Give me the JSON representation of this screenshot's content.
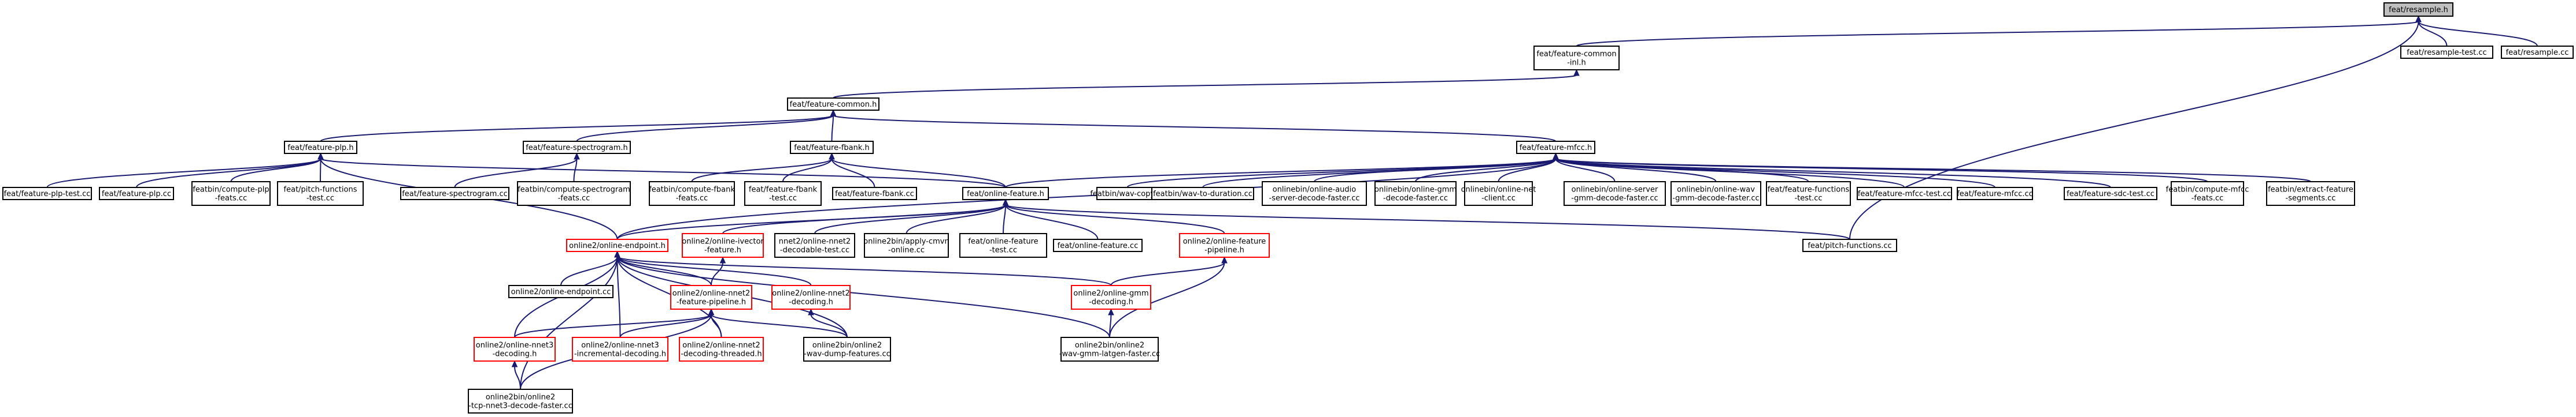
{
  "nodes": [
    {
      "id": "resample",
      "lines": [
        "feat/resample.h"
      ],
      "style": "root"
    },
    {
      "id": "featcommonin",
      "lines": [
        "feat/feature-common",
        "-inl.h"
      ],
      "style": "black"
    },
    {
      "id": "resampletest",
      "lines": [
        "feat/resample-test.cc"
      ],
      "style": "black"
    },
    {
      "id": "resamplecc",
      "lines": [
        "feat/resample.cc"
      ],
      "style": "black"
    },
    {
      "id": "featcommon",
      "lines": [
        "feat/feature-common.h"
      ],
      "style": "black"
    },
    {
      "id": "featplp",
      "lines": [
        "feat/feature-plp.h"
      ],
      "style": "black"
    },
    {
      "id": "featspec",
      "lines": [
        "feat/feature-spectrogram.h"
      ],
      "style": "black"
    },
    {
      "id": "featfbank",
      "lines": [
        "feat/feature-fbank.h"
      ],
      "style": "black"
    },
    {
      "id": "featmfcc",
      "lines": [
        "feat/feature-mfcc.h"
      ],
      "style": "black"
    },
    {
      "id": "plptest",
      "lines": [
        "feat/feature-plp-test.cc"
      ],
      "style": "black"
    },
    {
      "id": "plpcc",
      "lines": [
        "feat/feature-plp.cc"
      ],
      "style": "black"
    },
    {
      "id": "computeplp",
      "lines": [
        "featbin/compute-plp",
        "-feats.cc"
      ],
      "style": "black"
    },
    {
      "id": "pitchfnstest",
      "lines": [
        "feat/pitch-functions",
        "-test.cc"
      ],
      "style": "black"
    },
    {
      "id": "speccc",
      "lines": [
        "feat/feature-spectrogram.cc"
      ],
      "style": "black"
    },
    {
      "id": "computespec",
      "lines": [
        "featbin/compute-spectrogram",
        "-feats.cc"
      ],
      "style": "black"
    },
    {
      "id": "computefbank",
      "lines": [
        "featbin/compute-fbank",
        "-feats.cc"
      ],
      "style": "black"
    },
    {
      "id": "fbanktest",
      "lines": [
        "feat/feature-fbank",
        "-test.cc"
      ],
      "style": "black"
    },
    {
      "id": "fbankcc",
      "lines": [
        "feat/feature-fbank.cc"
      ],
      "style": "black"
    },
    {
      "id": "onlinefeat",
      "lines": [
        "feat/online-feature.h"
      ],
      "style": "black"
    },
    {
      "id": "wavcopy",
      "lines": [
        "featbin/wav-copy.cc"
      ],
      "style": "black"
    },
    {
      "id": "wavtodur",
      "lines": [
        "featbin/wav-to-duration.cc"
      ],
      "style": "black"
    },
    {
      "id": "audioserver",
      "lines": [
        "onlinebin/online-audio",
        "-server-decode-faster.cc"
      ],
      "style": "black"
    },
    {
      "id": "gmmdecfaster",
      "lines": [
        "onlinebin/online-gmm",
        "-decode-faster.cc"
      ],
      "style": "black"
    },
    {
      "id": "netclient",
      "lines": [
        "onlinebin/online-net",
        "-client.cc"
      ],
      "style": "black"
    },
    {
      "id": "servergmm",
      "lines": [
        "onlinebin/online-server",
        "-gmm-decode-faster.cc"
      ],
      "style": "black"
    },
    {
      "id": "wavgmm",
      "lines": [
        "onlinebin/online-wav",
        "-gmm-decode-faster.cc"
      ],
      "style": "black"
    },
    {
      "id": "featfnstest",
      "lines": [
        "feat/feature-functions",
        "-test.cc"
      ],
      "style": "black"
    },
    {
      "id": "mfcctest",
      "lines": [
        "feat/feature-mfcc-test.cc"
      ],
      "style": "black"
    },
    {
      "id": "mfcccc",
      "lines": [
        "feat/feature-mfcc.cc"
      ],
      "style": "black"
    },
    {
      "id": "sdctest",
      "lines": [
        "feat/feature-sdc-test.cc"
      ],
      "style": "black"
    },
    {
      "id": "computemfcc",
      "lines": [
        "featbin/compute-mfcc",
        "-feats.cc"
      ],
      "style": "black"
    },
    {
      "id": "extractseg",
      "lines": [
        "featbin/extract-feature",
        "-segments.cc"
      ],
      "style": "black"
    },
    {
      "id": "endpoint",
      "lines": [
        "online2/online-endpoint.h"
      ],
      "style": "red"
    },
    {
      "id": "ivector",
      "lines": [
        "online2/online-ivector",
        "-feature.h"
      ],
      "style": "red"
    },
    {
      "id": "nnet2dectest",
      "lines": [
        "nnet2/online-nnet2",
        "-decodable-test.cc"
      ],
      "style": "black"
    },
    {
      "id": "applycmvn",
      "lines": [
        "online2bin/apply-cmvn",
        "-online.cc"
      ],
      "style": "black"
    },
    {
      "id": "onlinefeattest",
      "lines": [
        "feat/online-feature",
        "-test.cc"
      ],
      "style": "black"
    },
    {
      "id": "onlinefeatcc",
      "lines": [
        "feat/online-feature.cc"
      ],
      "style": "black"
    },
    {
      "id": "featpipeline",
      "lines": [
        "online2/online-feature",
        "-pipeline.h"
      ],
      "style": "red"
    },
    {
      "id": "pitchcc",
      "lines": [
        "feat/pitch-functions.cc"
      ],
      "style": "black"
    },
    {
      "id": "endpointcc",
      "lines": [
        "online2/online-endpoint.cc"
      ],
      "style": "black"
    },
    {
      "id": "nnet2decoding",
      "lines": [
        "online2/online-nnet2",
        "-decoding.h"
      ],
      "style": "red"
    },
    {
      "id": "nnet2pipeline",
      "lines": [
        "online2/online-nnet2",
        "-feature-pipeline.h"
      ],
      "style": "red"
    },
    {
      "id": "gmmdecoding",
      "lines": [
        "online2/online-gmm",
        "-decoding.h"
      ],
      "style": "red"
    },
    {
      "id": "nnet3decoding",
      "lines": [
        "online2/online-nnet3",
        "-decoding.h"
      ],
      "style": "red"
    },
    {
      "id": "nnet3incr",
      "lines": [
        "online2/online-nnet3",
        "-incremental-decoding.h"
      ],
      "style": "red"
    },
    {
      "id": "nnet2threaded",
      "lines": [
        "online2/online-nnet2",
        "-decoding-threaded.h"
      ],
      "style": "red"
    },
    {
      "id": "wavdump",
      "lines": [
        "online2bin/online2",
        "-wav-dump-features.cc"
      ],
      "style": "black"
    },
    {
      "id": "wavgmmlat",
      "lines": [
        "online2bin/online2",
        "-wav-gmm-latgen-faster.cc"
      ],
      "style": "black"
    },
    {
      "id": "tcpnnet3",
      "lines": [
        "online2bin/online2",
        "-tcp-nnet3-decode-faster.cc"
      ],
      "style": "black"
    }
  ]
}
